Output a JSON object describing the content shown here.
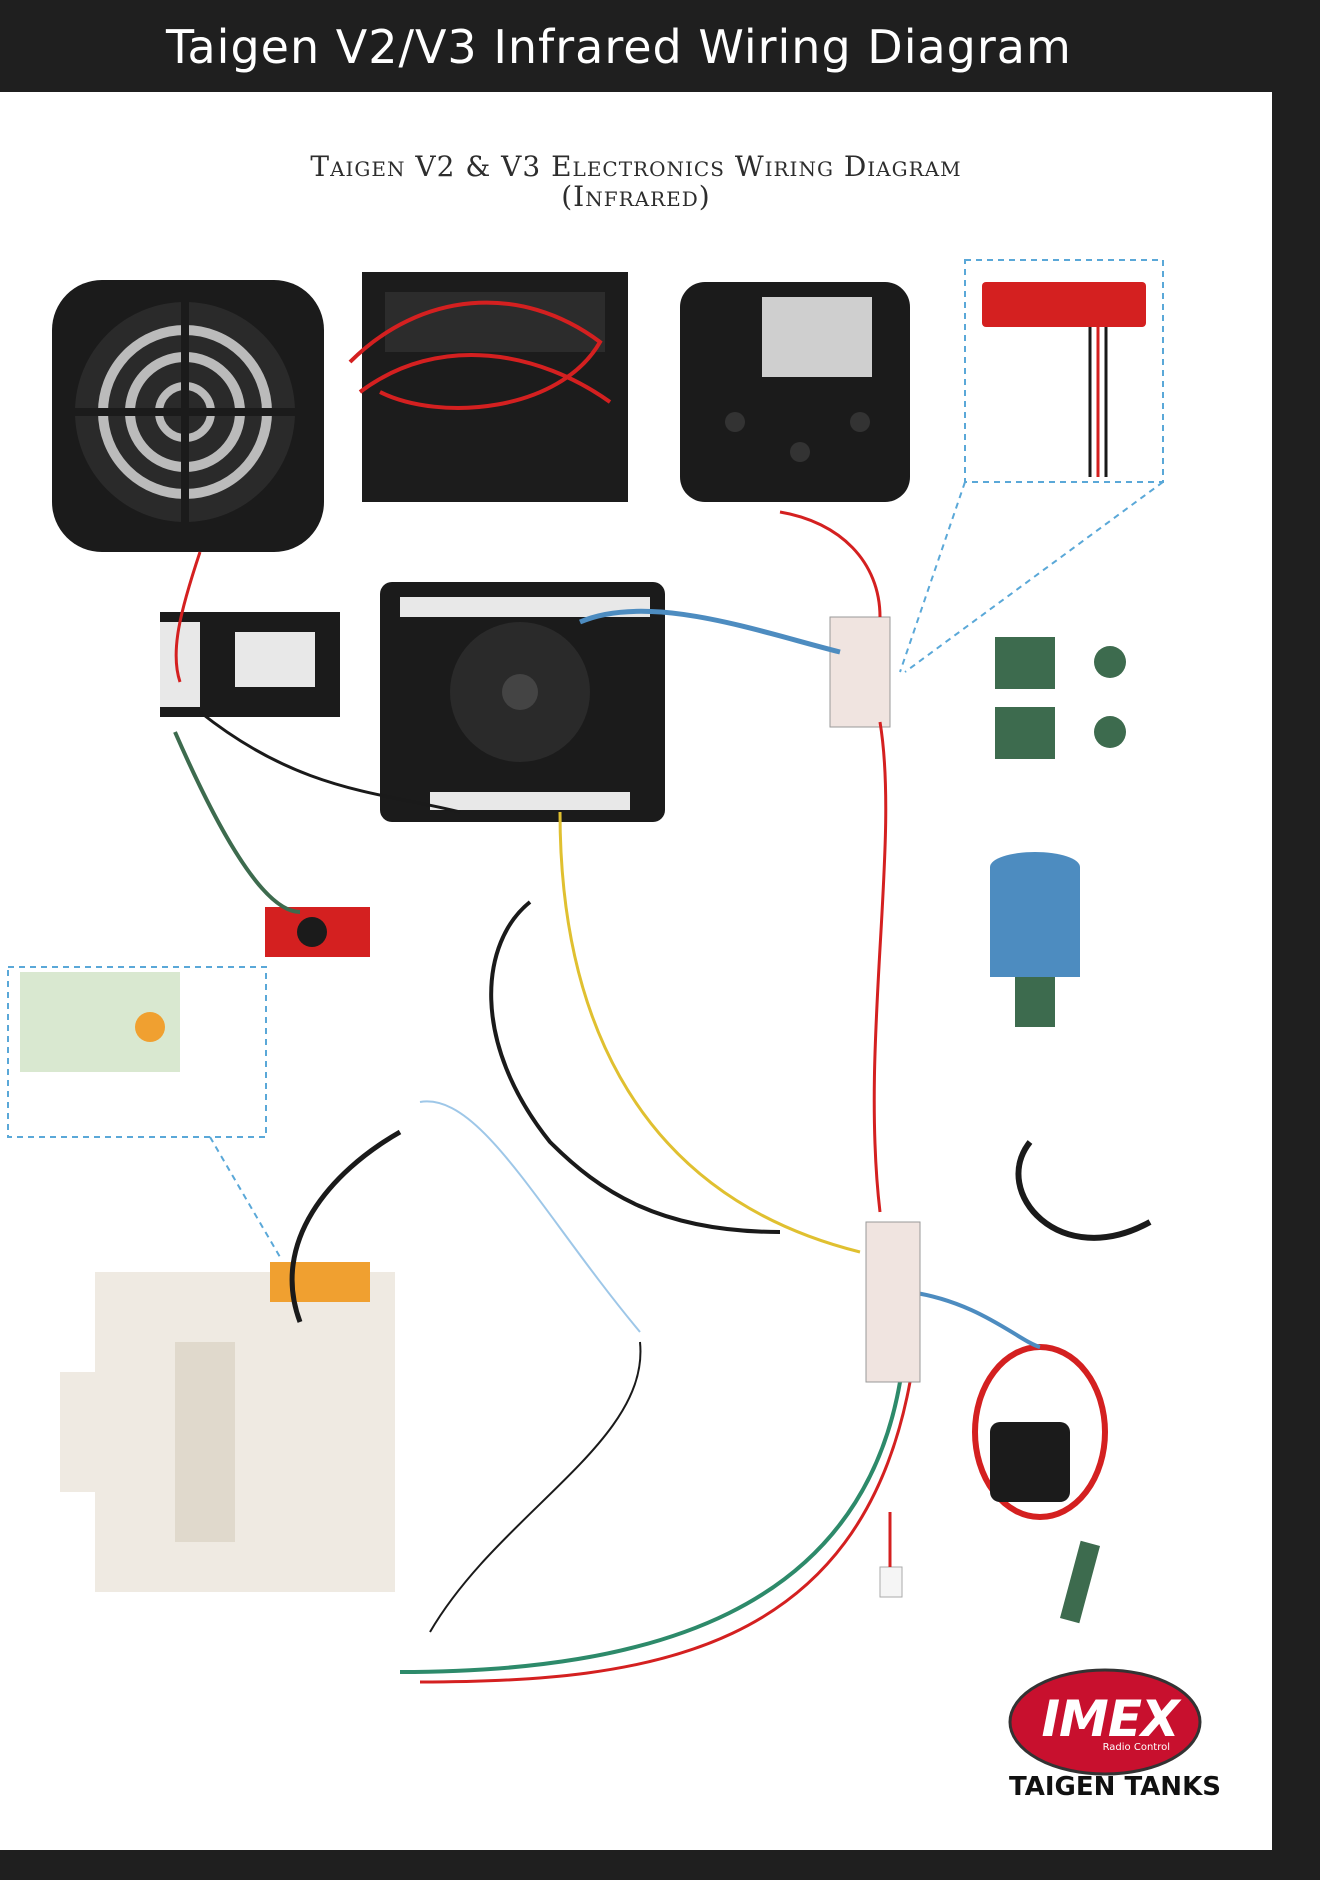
{
  "header": {
    "title": "Taigen V2/V3 Infrared Wiring Diagram"
  },
  "diagram": {
    "title_line1": "Taigen V2 & V3 Electronics Wiring Diagram",
    "title_line2": "(Infrared)"
  },
  "branding": {
    "logo_word": "IMEX",
    "logo_sub": "Radio Control",
    "tagline": "TAIGEN TANKS"
  },
  "colors": {
    "background": "#1f1f1f",
    "sheet": "#ffffff",
    "logo_red": "#c8102e",
    "wire_red": "#d42020",
    "wire_black": "#1a1a1a",
    "callout": "#5aa8d8"
  },
  "components": [
    "speaker-icon",
    "battery-box-icon",
    "gearbox-motor-icon",
    "led-strip-board-icon",
    "sound-module-icon",
    "main-board-icon",
    "switch-board-icon",
    "recoil-unit-icon",
    "ir-receiver-icon",
    "servo-pair-icon",
    "smoke-unit-icon",
    "led-light-icon"
  ]
}
